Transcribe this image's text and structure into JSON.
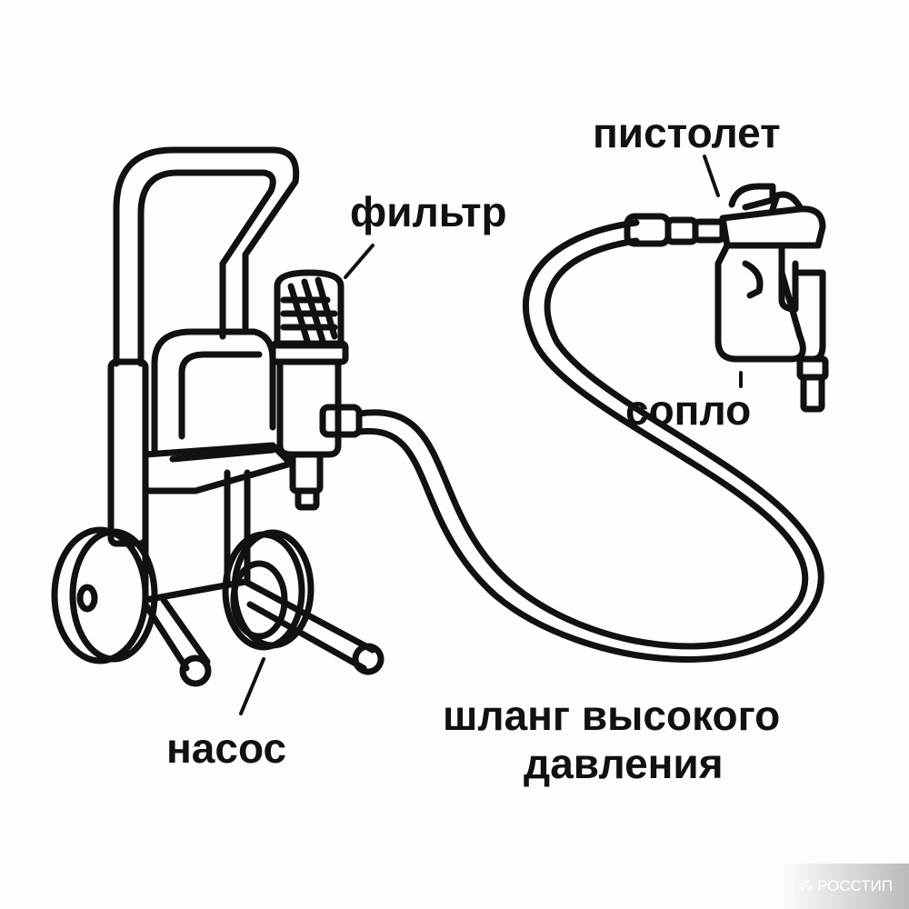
{
  "labels": {
    "gun": "пистолет",
    "filter": "фильтр",
    "nozzle": "сопло",
    "pump": "насос",
    "hose_line1": "шланг высокого",
    "hose_line2": "давления"
  },
  "watermark": "РОССТИП",
  "colors": {
    "stroke": "#111111",
    "background": "#fdfdfd"
  }
}
